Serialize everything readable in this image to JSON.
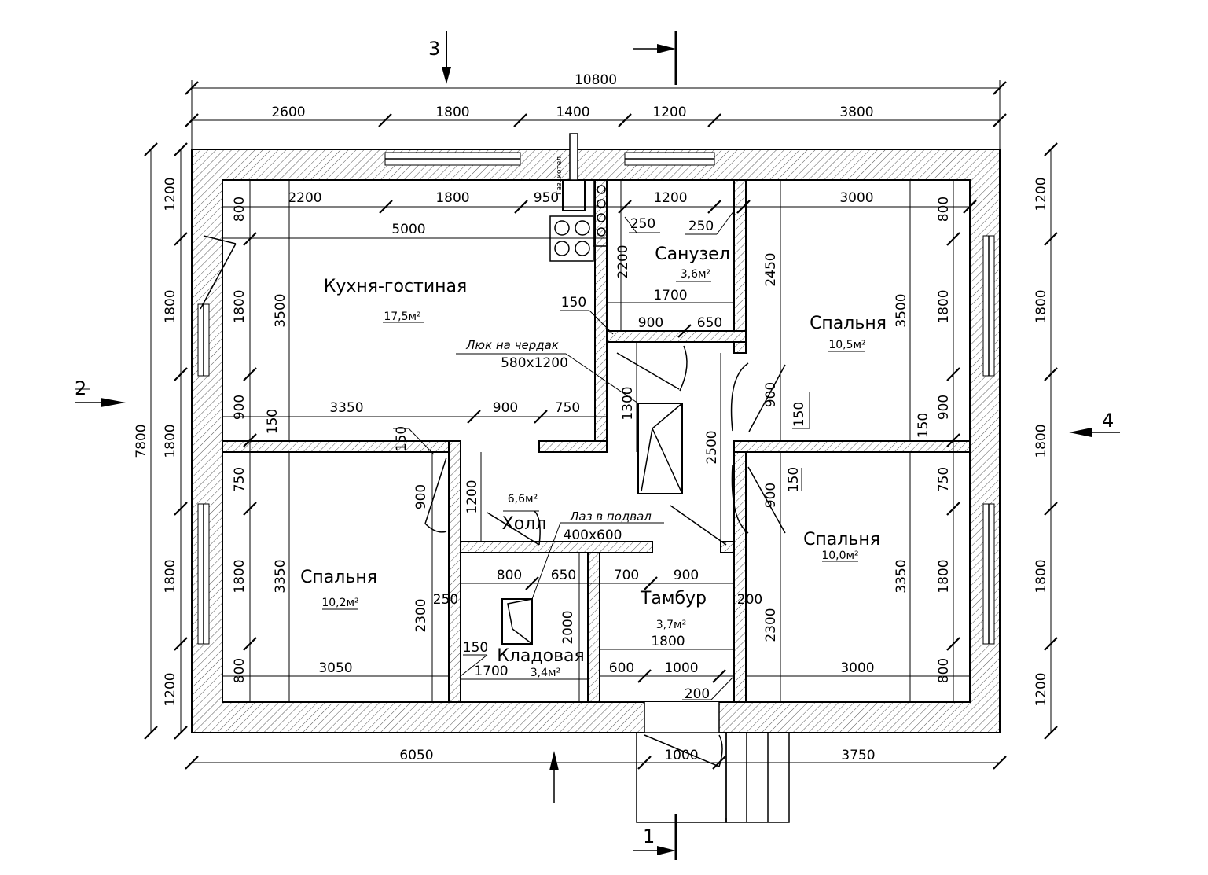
{
  "rooms": {
    "kitchen": {
      "name": "Кухня-гостиная",
      "area": "17,5м²"
    },
    "bathroom": {
      "name": "Санузел",
      "area": "3,6м²"
    },
    "bedroom_ne": {
      "name": "Спальня",
      "area": "10,5м²"
    },
    "bedroom_sw": {
      "name": "Спальня",
      "area": "10,2м²"
    },
    "bedroom_se": {
      "name": "Спальня",
      "area": "10,0м²"
    },
    "hall": {
      "name": "Холл",
      "area": "6,6м²"
    },
    "pantry": {
      "name": "Кладовая",
      "area": "3,4м²"
    },
    "vestibule": {
      "name": "Тамбур",
      "area": "3,7м²"
    }
  },
  "notes": {
    "attic_hatch": "Люк на чердак",
    "attic_hatch_size": "580x1200",
    "cellar_hatch": "Лаз в подвал",
    "cellar_hatch_size": "400x600",
    "boiler": "Газ. котел"
  },
  "sections": {
    "s1": "1",
    "s2": "2",
    "s3": "3",
    "s4": "4"
  },
  "dims": {
    "total_width": "10800",
    "top": [
      "2600",
      "1800",
      "1400",
      "1200",
      "3800"
    ],
    "inner_top": [
      "2200",
      "1800",
      "950",
      "1200",
      "3000"
    ],
    "bottom": [
      "6050",
      "1000",
      "3750"
    ],
    "left_total": "7800",
    "left_outer": [
      "1200",
      "1800",
      "1800",
      "1800",
      "1200"
    ],
    "right_outer": [
      "1200",
      "1800",
      "1800",
      "1800",
      "1200"
    ],
    "left_inner": [
      "800",
      "1800",
      "900",
      "750",
      "1800",
      "800"
    ],
    "right_inner": [
      "800",
      "1800",
      "900",
      "750",
      "1800",
      "800"
    ],
    "kitchen_depth": "3500",
    "ne_depth": "3500",
    "sw_depth": "3350",
    "se_depth": "3350",
    "kitchen_width": "5000",
    "kitchen_bottom": [
      "3350",
      "900",
      "750"
    ],
    "k_150": "150",
    "wall_150": "150",
    "bath_250a": "250",
    "bath_250b": "250",
    "bath_2200": "2200",
    "bath_1700": "1700",
    "bath_900": "900",
    "bath_650": "650",
    "corridor_1300": "1300",
    "corridor_2500": "2500",
    "ne_2450": "2450",
    "ne_900": "900",
    "ne_150": "150",
    "se_150": "150",
    "se_900": "900",
    "se_2300": "2300",
    "se_3000": "3000",
    "hall_1200": "1200",
    "hall_900": "900",
    "hall_150": "150",
    "pantry_800": "800",
    "pantry_650": "650",
    "pantry_250": "250",
    "pantry_2300": "2300",
    "pantry_2000": "2000",
    "pantry_150": "150",
    "pantry_1700": "1700",
    "vest_700": "700",
    "vest_900": "900",
    "vest_200a": "200",
    "vest_1800": "1800",
    "vest_600": "600",
    "vest_1000": "1000",
    "vest_200b": "200",
    "sw_3050": "3050",
    "sw_150": "150"
  }
}
